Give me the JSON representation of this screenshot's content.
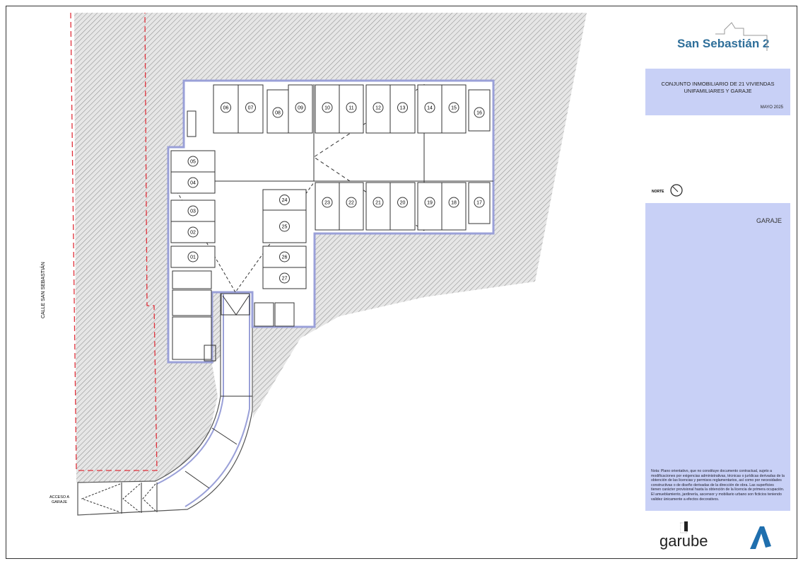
{
  "brand": {
    "name": "San Sebastián 2"
  },
  "title_block": {
    "line1": "CONJUNTO INMOBILIARIO DE 21 VIVIENDAS",
    "line2": "UNIFAMILIARES Y GARAJE",
    "date": "MAYO 2025"
  },
  "north_label": "NORTE",
  "info": {
    "section": "GARAJE",
    "note": "Nota: Plano orientativo, que no constituye documento contractual, sujeto a modificaciones por exigencias administrativas, técnicas o jurídicas derivadas de la obtención de las licencias y permisos reglamentarios, así como por necesidades constructivas o de diseño derivadas de la dirección de obra. Las superficies tienen carácter provisional hasta la obtención de la licencia de primera ocupación. El amueblamiento, jardinería, ascensor y mobiliario urbano son ficticios teniendo validez únicamente a efectos decorativos."
  },
  "plan": {
    "street": "CALLE SAN SEBASTIÁN",
    "access_line1": "ACCESO A",
    "access_line2": "GARAJE",
    "spaces": [
      "01",
      "02",
      "03",
      "04",
      "05",
      "06",
      "07",
      "08",
      "09",
      "10",
      "11",
      "12",
      "13",
      "14",
      "15",
      "16",
      "17",
      "18",
      "19",
      "20",
      "21",
      "22",
      "23",
      "24",
      "25",
      "26",
      "27"
    ]
  },
  "logos": {
    "garube": "garube"
  },
  "colors": {
    "panel": "#c8d0f6",
    "brand": "#2f6f9a",
    "wall": "#9aa0d8",
    "boundary": "#e0303a"
  }
}
